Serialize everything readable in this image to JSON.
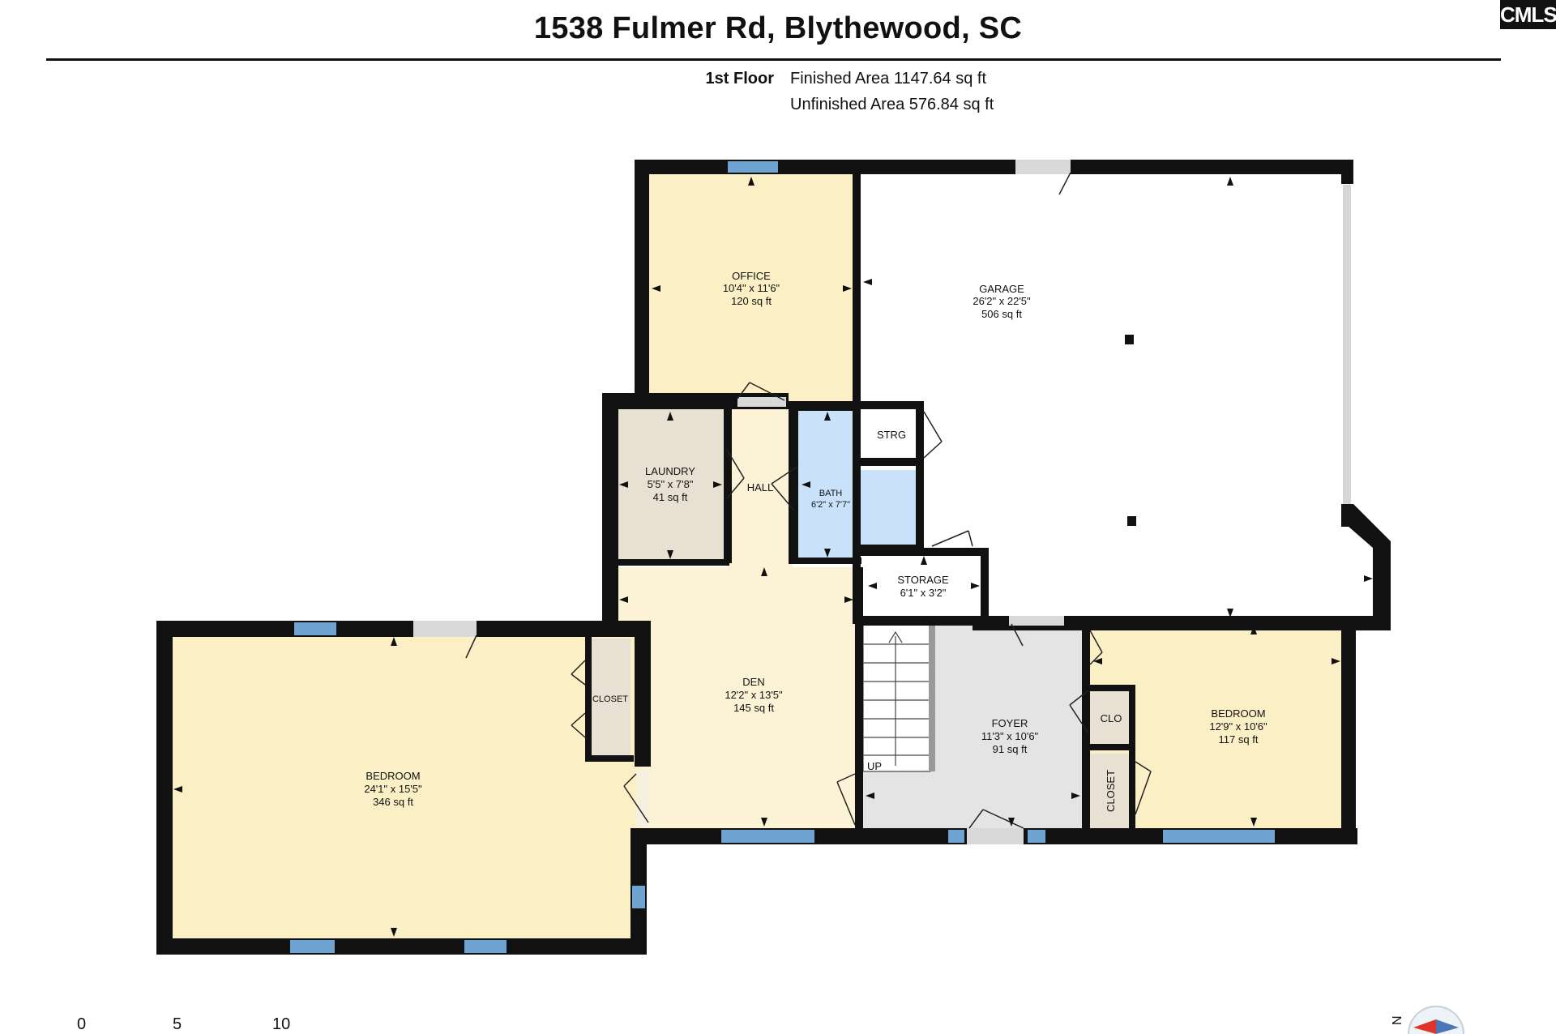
{
  "header": {
    "title": "1538 Fulmer Rd, Blythewood, SC",
    "logo_text": "CMLS",
    "floor_label": "1st Floor",
    "finished_area": "Finished Area 1147.64 sq ft",
    "unfinished_area": "Unfinished Area 576.84 sq ft"
  },
  "rooms": {
    "office": {
      "name": "OFFICE",
      "dims": "10'4\" x 11'6\"",
      "area": "120 sq ft",
      "color": "#fbf0c5"
    },
    "garage": {
      "name": "GARAGE",
      "dims": "26'2\" x 22'5\"",
      "area": "506 sq ft",
      "color": "#ffffff"
    },
    "laundry": {
      "name": "LAUNDRY",
      "dims": "5'5\" x 7'8\"",
      "area": "41 sq ft",
      "color": "#e8e0d2"
    },
    "hall": {
      "name": "HALL",
      "color": "#fcf3d6"
    },
    "bath": {
      "name": "BATH",
      "dims": "6'2\" x 7'7\"",
      "color": "#c9e2fa"
    },
    "strg": {
      "name": "STRG"
    },
    "storage": {
      "name": "STORAGE",
      "dims": "6'1\" x 3'2\""
    },
    "den": {
      "name": "DEN",
      "dims": "12'2\" x 13'5\"",
      "area": "145 sq ft",
      "color": "#fcf3d6"
    },
    "foyer": {
      "name": "FOYER",
      "dims": "11'3\" x 10'6\"",
      "area": "91 sq ft",
      "color": "#e4e4e4"
    },
    "bedroom_right": {
      "name": "BEDROOM",
      "dims": "12'9\" x 10'6\"",
      "area": "117 sq ft",
      "color": "#fbf0c5"
    },
    "bedroom_left": {
      "name": "BEDROOM",
      "dims": "24'1\" x 15'5\"",
      "area": "346 sq ft",
      "color": "#fbf0c5"
    },
    "closet_left": {
      "name": "CLOSET",
      "color": "#e8e0d2"
    },
    "clo": {
      "name": "CLO"
    },
    "closet_right": {
      "name": "CLOSET",
      "color": "#e8e0d2"
    },
    "stairs": {
      "label": "UP"
    }
  },
  "colors": {
    "wall": "#111111",
    "window": "#6fa3d1",
    "door": "#d9d9d9"
  },
  "scale": {
    "labels": [
      "0",
      "5",
      "10"
    ]
  },
  "compass": {
    "label": "N"
  }
}
